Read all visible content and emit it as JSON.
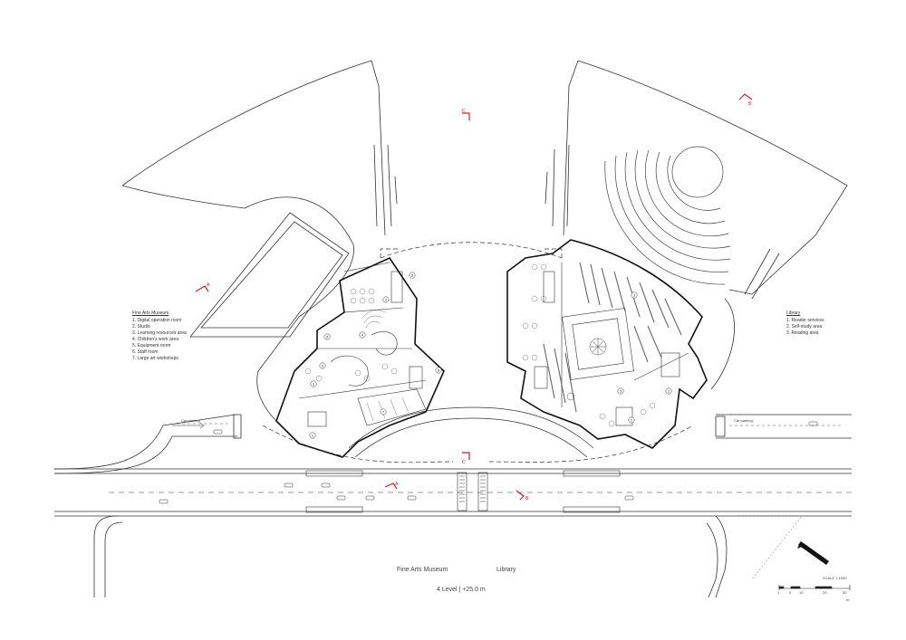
{
  "museum_legend": {
    "title": "Fine Arts Museum",
    "items": [
      "1. Digital operation room",
      "2. Studio",
      "3. Learning resources area",
      "4. Children's work area",
      "5. Equipment room",
      "6. Staff room",
      "7. Large art workshops"
    ]
  },
  "library_legend": {
    "title": "Library",
    "items": [
      "1. Reader services",
      "2. Self-study area",
      "3. Reading area"
    ]
  },
  "captions": {
    "museum": "Fine Arts Museum",
    "library": "Library",
    "level": "4 Level  |  +25.0 m"
  },
  "parking": {
    "left": "Car parking",
    "right": "Car parking"
  },
  "scale": {
    "label": "SCALE 1:1000",
    "ticks": [
      "1",
      "5",
      "10",
      "20",
      "30"
    ],
    "unit": "m"
  },
  "section_marks": [
    "A",
    "A",
    "B",
    "B",
    "C",
    "C"
  ],
  "room_numbers": {
    "museum": [
      "6",
      "2",
      "4",
      "3",
      "7",
      "1",
      "5",
      "1",
      "3"
    ],
    "library": [
      "3",
      "3",
      "1",
      "2"
    ]
  },
  "colors": {
    "line": "#222222",
    "section_mark": "#d42020"
  }
}
